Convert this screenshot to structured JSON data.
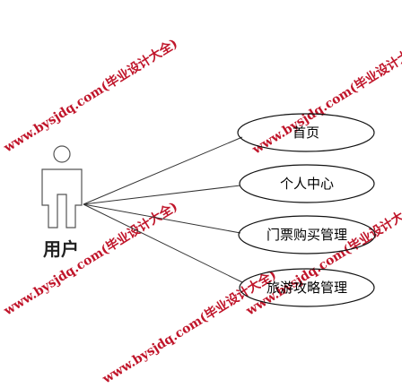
{
  "actor": {
    "label": "用户"
  },
  "use_cases": [
    {
      "label": "首页"
    },
    {
      "label": "个人中心"
    },
    {
      "label": "门票购买管理"
    },
    {
      "label": "旅游攻略管理"
    }
  ],
  "watermark": {
    "text": "www.bysjdq.com(毕业设计大全)",
    "color": "#c0152a"
  }
}
